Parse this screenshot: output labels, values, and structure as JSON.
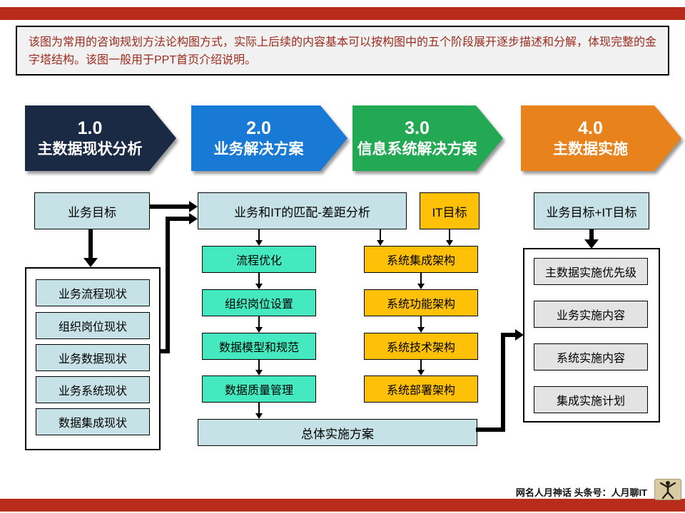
{
  "colors": {
    "accent_red": "#b92b1b",
    "light_blue": "#c7e2e6",
    "mint_green": "#45e9c0",
    "gold": "#ffc008",
    "gray_box": "#e3e3e3",
    "phase1_navy": "#1b2a44",
    "phase2_blue": "#187ad4",
    "phase3_green": "#23a854",
    "phase4_orange": "#e8821d"
  },
  "intro": {
    "text": "该图为常用的咨询规划方法论构图方式，实际上后续的内容基本可以按构图中的五个阶段展开逐步描述和分解，体现完整的金字塔结构。该图一般用于PPT首页介绍说明。"
  },
  "phases": [
    {
      "number": "1.0",
      "title": "主数据现状分析"
    },
    {
      "number": "2.0",
      "title": "业务解决方案"
    },
    {
      "number": "3.0",
      "title": "信息系统解决方案"
    },
    {
      "number": "4.0",
      "title": "主数据实施"
    }
  ],
  "current_state": {
    "goal": "业务目标",
    "items": [
      "业务流程现状",
      "组织岗位现状",
      "业务数据现状",
      "业务系统现状",
      "数据集成现状"
    ]
  },
  "business_solution": {
    "gap_analysis": "业务和IT的匹配-差距分析",
    "items": [
      "流程优化",
      "组织岗位设置",
      "数据模型和规范",
      "数据质量管理"
    ],
    "overall_plan": "总体实施方案"
  },
  "it_solution": {
    "it_goal": "IT目标",
    "items": [
      "系统集成架构",
      "系统功能架构",
      "系统技术架构",
      "系统部署架构"
    ]
  },
  "implementation": {
    "goal": "业务目标+IT目标",
    "items": [
      "主数据实施优先级",
      "业务实施内容",
      "系统实施内容",
      "集成实施计划"
    ]
  },
  "footer": {
    "credit": "网名人月神话 头条号：人月聊IT"
  }
}
